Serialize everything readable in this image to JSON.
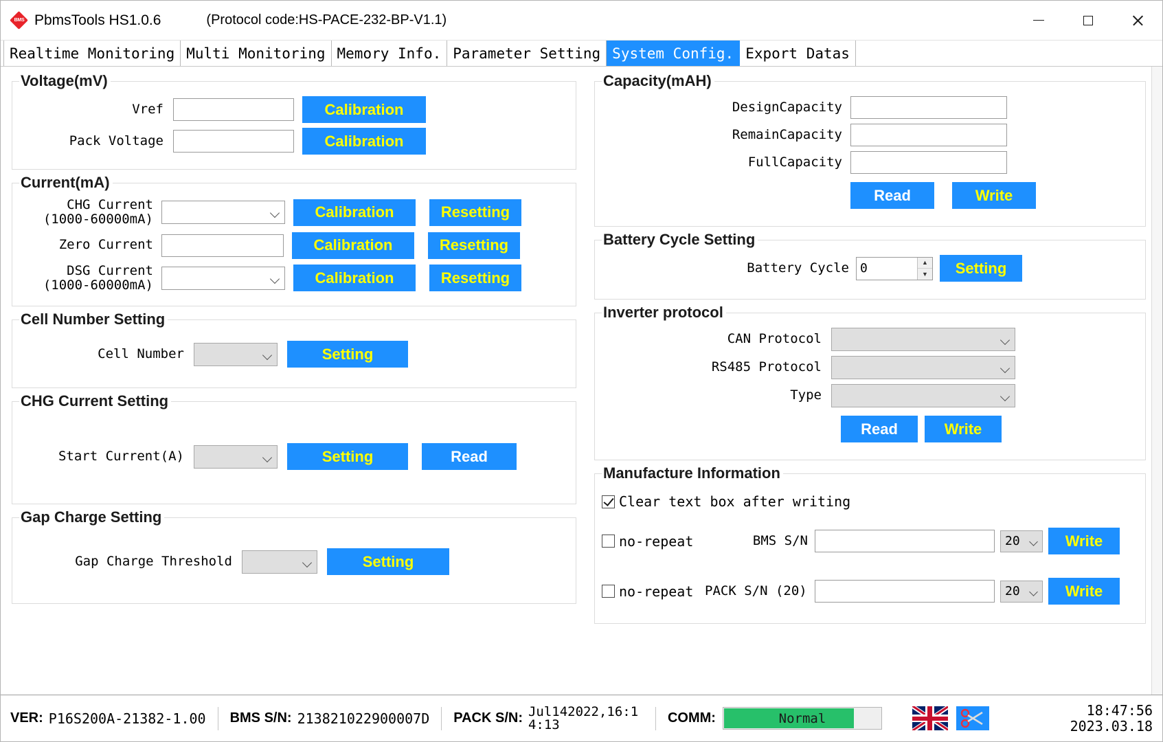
{
  "window": {
    "logo_text": "BMS",
    "title": "PbmsTools HS1.0.6",
    "protocol_code": "(Protocol code:HS-PACE-232-BP-V1.1)",
    "minimize": "–",
    "maximize": "□",
    "close": "×"
  },
  "tabs": [
    {
      "label": "Realtime Monitoring",
      "active": false
    },
    {
      "label": "Multi Monitoring",
      "active": false
    },
    {
      "label": "Memory Info.",
      "active": false
    },
    {
      "label": "Parameter Setting",
      "active": false
    },
    {
      "label": "System Config.",
      "active": true
    },
    {
      "label": "Export Datas",
      "active": false
    }
  ],
  "voltage": {
    "legend": "Voltage(mV)",
    "vref_label": "Vref",
    "vref_value": "",
    "vref_button": "Calibration",
    "pack_label": "Pack Voltage",
    "pack_value": "",
    "pack_button": "Calibration"
  },
  "current": {
    "legend": "Current(mA)",
    "chg_label": "CHG Current\n(1000-60000mA)",
    "chg_value": "",
    "chg_calibration": "Calibration",
    "chg_resetting": "Resetting",
    "zero_label": "Zero Current",
    "zero_value": "",
    "zero_calibration": "Calibration",
    "zero_resetting": "Resetting",
    "dsg_label": "DSG Current\n(1000-60000mA)",
    "dsg_value": "",
    "dsg_calibration": "Calibration",
    "dsg_resetting": "Resetting"
  },
  "cell_number": {
    "legend": "Cell Number Setting",
    "label": "Cell Number",
    "value": "",
    "setting_button": "Setting"
  },
  "chg_current_setting": {
    "legend": "CHG Current Setting",
    "label": "Start Current(A)",
    "value": "",
    "setting_button": "Setting",
    "read_button": "Read"
  },
  "gap_charge": {
    "legend": "Gap Charge Setting",
    "label": "Gap Charge Threshold",
    "value": "",
    "setting_button": "Setting"
  },
  "capacity": {
    "legend": "Capacity(mAH)",
    "design_label": "DesignCapacity",
    "design_value": "",
    "remain_label": "RemainCapacity",
    "remain_value": "",
    "full_label": "FullCapacity",
    "full_value": "",
    "read_button": "Read",
    "write_button": "Write"
  },
  "battery_cycle": {
    "legend": "Battery Cycle Setting",
    "label": "Battery Cycle",
    "value": "0",
    "setting_button": "Setting",
    "spin_up": "▲",
    "spin_down": "▼"
  },
  "inverter": {
    "legend": "Inverter protocol",
    "can_label": "CAN Protocol",
    "can_value": "",
    "rs485_label": "RS485 Protocol",
    "rs485_value": "",
    "type_label": "Type",
    "type_value": "",
    "read_button": "Read",
    "write_button": "Write"
  },
  "manufacture": {
    "legend": "Manufacture Information",
    "clear_checkbox_label": "Clear text box after writing",
    "clear_checked": true,
    "bms_norepeat_label": "no-repeat",
    "bms_norepeat_checked": false,
    "bms_sn_label": "BMS S/N",
    "bms_sn_value": "",
    "bms_len_value": "20",
    "bms_write_button": "Write",
    "pack_norepeat_label": "no-repeat",
    "pack_norepeat_checked": false,
    "pack_sn_label": "PACK S/N (20)",
    "pack_sn_value": "",
    "pack_len_value": "20",
    "pack_write_button": "Write"
  },
  "statusbar": {
    "ver_key": "VER:",
    "ver_value": "P16S200A-21382-1.00",
    "bms_key": "BMS S/N:",
    "bms_value": "213821022900007D",
    "pack_key": "PACK S/N:",
    "pack_value": "Jul142022,16:14:13",
    "comm_key": "COMM:",
    "comm_status": "Normal",
    "comm_color": "#27c06a",
    "time": "18:47:56",
    "date": "2023.03.18"
  }
}
